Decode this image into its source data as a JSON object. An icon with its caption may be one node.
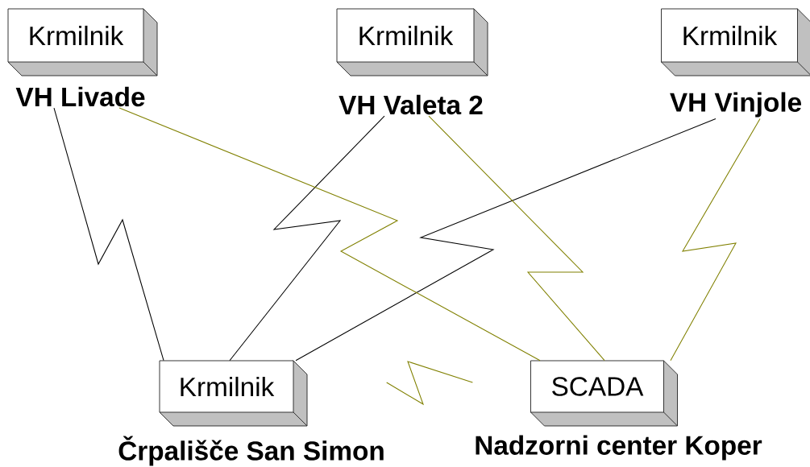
{
  "diagram": {
    "nodes": [
      {
        "text": [
          "Krmilnik",
          "VH Livade"
        ]
      },
      {
        "text": [
          "Krmilnik",
          "VH Valeta 2"
        ]
      },
      {
        "text": [
          "Krmilnik",
          "VH Vinjole"
        ]
      },
      {
        "text": [
          "Krmilnik",
          "Črpališče San Simon"
        ]
      },
      {
        "text": [
          "SCADA",
          "Nadzorni center Koper"
        ]
      }
    ],
    "edges": [
      {
        "from": 0,
        "to": 3,
        "arrow": "none",
        "color": "#000000"
      },
      {
        "from": 1,
        "to": 3,
        "arrow": "none",
        "color": "#000000"
      },
      {
        "from": 2,
        "to": 3,
        "arrow": "none",
        "color": "#000000"
      },
      {
        "from": 0,
        "to": 4,
        "arrow": "none"
      },
      {
        "from": 1,
        "to": 4,
        "arrow": "none"
      },
      {
        "from": 2,
        "to": 4,
        "arrow": "none"
      },
      {
        "from": 3,
        "to": 4,
        "arrow": "none"
      }
    ]
  }
}
